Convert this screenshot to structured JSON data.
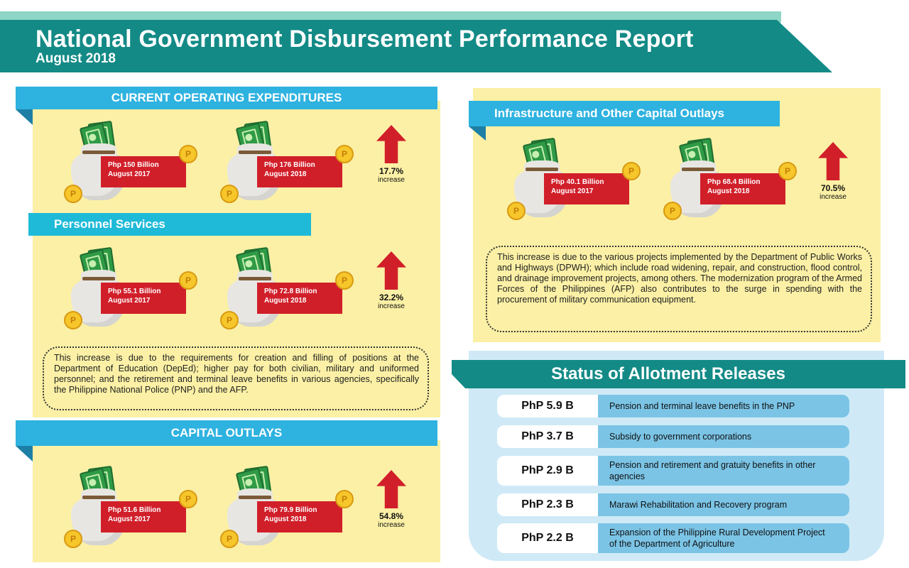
{
  "header": {
    "title": "National Government Disbursement Performance Report",
    "subtitle": "August 2018"
  },
  "colors": {
    "teal": "#138a86",
    "band_blue": "#2eb2e0",
    "panel_yellow": "#fbf0a5",
    "red": "#d11f2a",
    "status_blue": "#7bc4e6"
  },
  "icons": [
    "money-bag-icon",
    "peso-coin-icon",
    "up-arrow-icon"
  ],
  "coin_symbol": "P",
  "current_operating": {
    "title": "CURRENT OPERATING EXPENDITURES",
    "prev": {
      "amount": "Php 150 Billion",
      "period": "August 2017"
    },
    "curr": {
      "amount": "Php 176 Billion",
      "period": "August 2018"
    },
    "pct": "17.7%",
    "pct_label": "increase"
  },
  "personnel": {
    "title": "Personnel Services",
    "prev": {
      "amount": "Php 55.1 Billion",
      "period": "August 2017"
    },
    "curr": {
      "amount": "Php 72.8 Billion",
      "period": "August 2018"
    },
    "pct": "32.2%",
    "pct_label": "increase",
    "note": "This increase is due to the requirements for creation and filling of positions at the Department of Education (DepEd); higher pay for both civilian, military and uniformed personnel; and the retirement and terminal leave benefits in various agencies, specifically the Philippine National Police (PNP) and the AFP."
  },
  "capital": {
    "title": "CAPITAL OUTLAYS",
    "prev": {
      "amount": "Php 51.6 Billion",
      "period": "August 2017"
    },
    "curr": {
      "amount": "Php 79.9 Billion",
      "period": "August 2018"
    },
    "pct": "54.8%",
    "pct_label": "increase"
  },
  "infrastructure": {
    "title": "Infrastructure and Other Capital Outlays",
    "prev": {
      "amount": "Php 40.1 Billion",
      "period": "August 2017"
    },
    "curr": {
      "amount": "Php 68.4 Billion",
      "period": "August 2018"
    },
    "pct": "70.5%",
    "pct_label": "increase",
    "note": "This increase is due to the various projects implemented by the Department of Public Works and Highways (DPWH); which include road widening, repair, and construction, flood control, and drainage improvement projects, among others. The modernization program of the Armed Forces of the Philippines (AFP) also contributes to the surge in spending with the procurement of military communication equipment."
  },
  "allotment": {
    "title": "Status of Allotment Releases",
    "rows": [
      {
        "amount": "PhP 5.9 B",
        "desc": "Pension and terminal leave benefits in the PNP"
      },
      {
        "amount": "PhP 3.7 B",
        "desc": "Subsidy to government corporations"
      },
      {
        "amount": "PhP 2.9 B",
        "desc": "Pension and retirement and gratuity benefits in other agencies"
      },
      {
        "amount": "PhP 2.3 B",
        "desc": "Marawi Rehabilitation and Recovery program"
      },
      {
        "amount": "PhP 2.2 B",
        "desc": "Expansion of the Philippine Rural Development Project of the Department of Agriculture"
      }
    ]
  }
}
